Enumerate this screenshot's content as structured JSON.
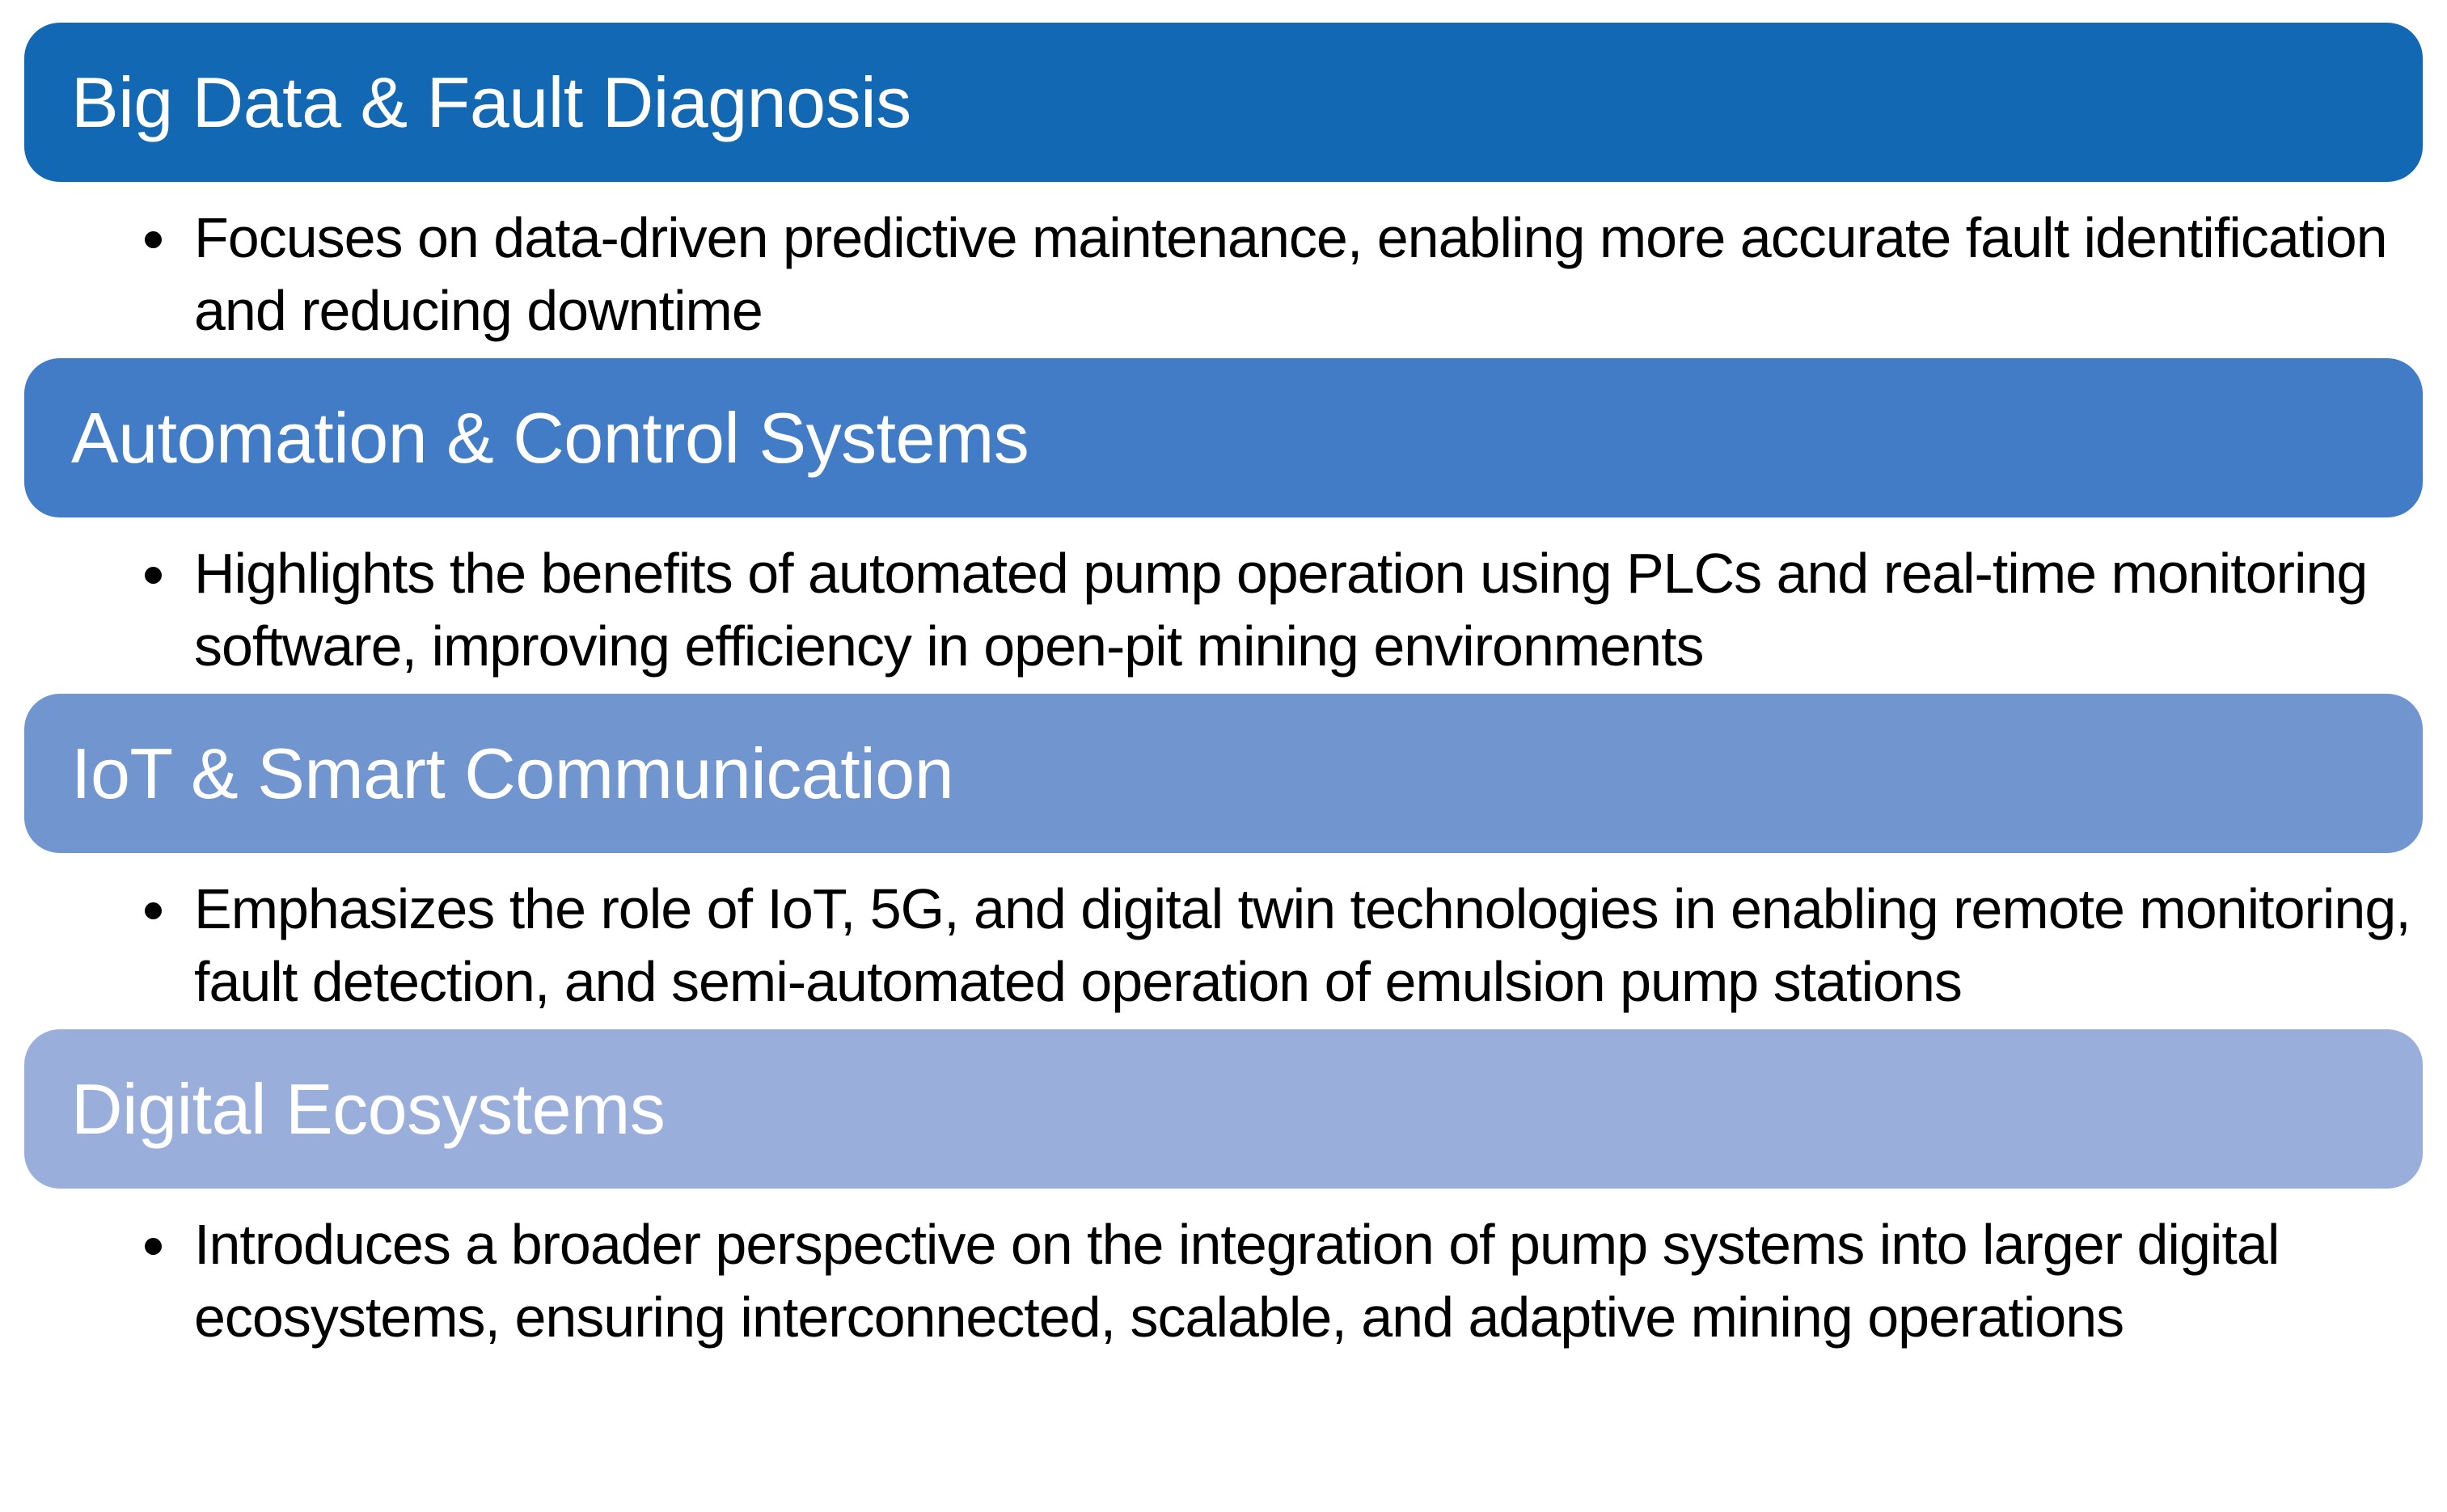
{
  "page": {
    "background_color": "#ffffff",
    "text_color": "#000000",
    "header_text_color": "#ffffff"
  },
  "sections": [
    {
      "title": "Big Data & Fault Diagnosis",
      "color": "#1368B3",
      "bullet": "Focuses on data-driven predictive maintenance, enabling more accurate fault identification and reducing downtime"
    },
    {
      "title": "Automation & Control Systems",
      "color": "#427CC6",
      "bullet": "Highlights the benefits of automated pump operation using PLCs and real-time monitoring software, improving efficiency in open-pit mining environments"
    },
    {
      "title": "IoT & Smart Communication",
      "color": "#7195CE",
      "bullet": "Emphasizes the role of IoT, 5G, and digital twin technologies in enabling remote monitoring, fault detection, and semi-automated operation of emulsion pump stations"
    },
    {
      "title": "Digital Ecosystems",
      "color": "#99AEDA",
      "bullet": "Introduces a broader perspective on the integration of pump systems into larger digital ecosystems, ensuring interconnected, scalable, and adaptive mining operations"
    }
  ]
}
